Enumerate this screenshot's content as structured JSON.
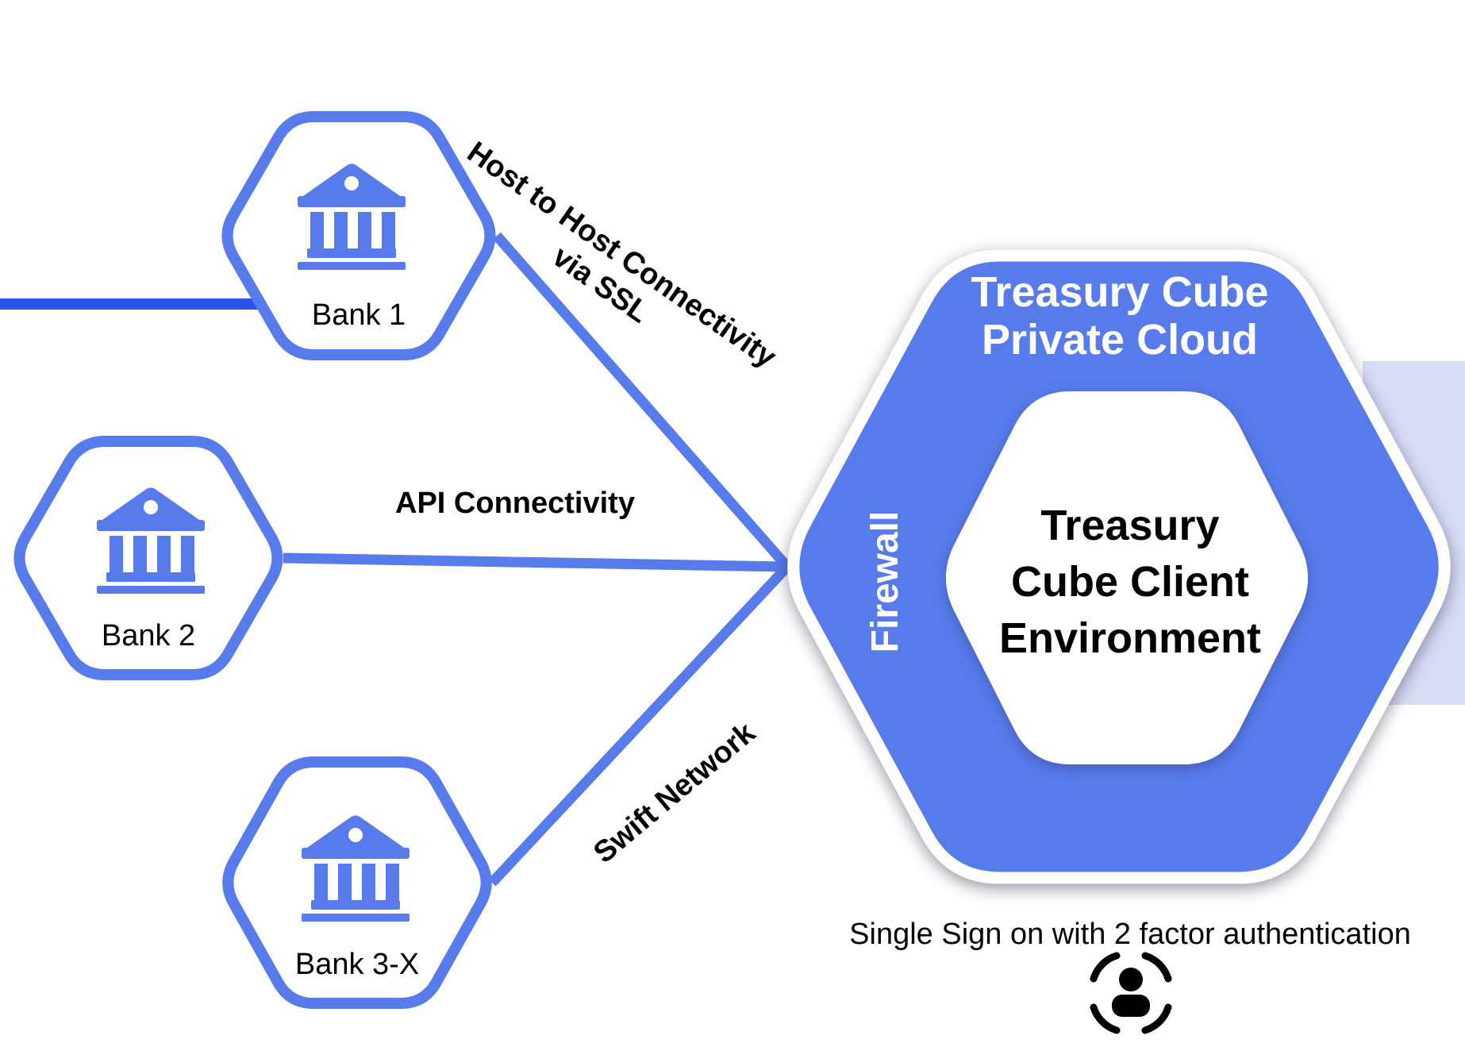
{
  "banks": [
    {
      "label": "Bank 1"
    },
    {
      "label": "Bank 2"
    },
    {
      "label": "Bank 3-X"
    }
  ],
  "connections": {
    "host_to_host_line1": "Host to Host Connectivity",
    "host_to_host_line2": "via SSL",
    "api_label": "API Connectivity",
    "swift_label": "Swift Network"
  },
  "cloud": {
    "title_line1": "Treasury Cube",
    "title_line2": "Private Cloud",
    "firewall_label": "Firewall",
    "client_line1": "Treasury",
    "client_line2": "Cube Client",
    "client_line3": "Environment"
  },
  "footer": {
    "sso_caption": "Single Sign on with 2 factor authentication"
  },
  "colors": {
    "primary_blue": "#587BEC",
    "dark_blue": "#2C50ED",
    "panel_light": "#D8DDF5"
  }
}
